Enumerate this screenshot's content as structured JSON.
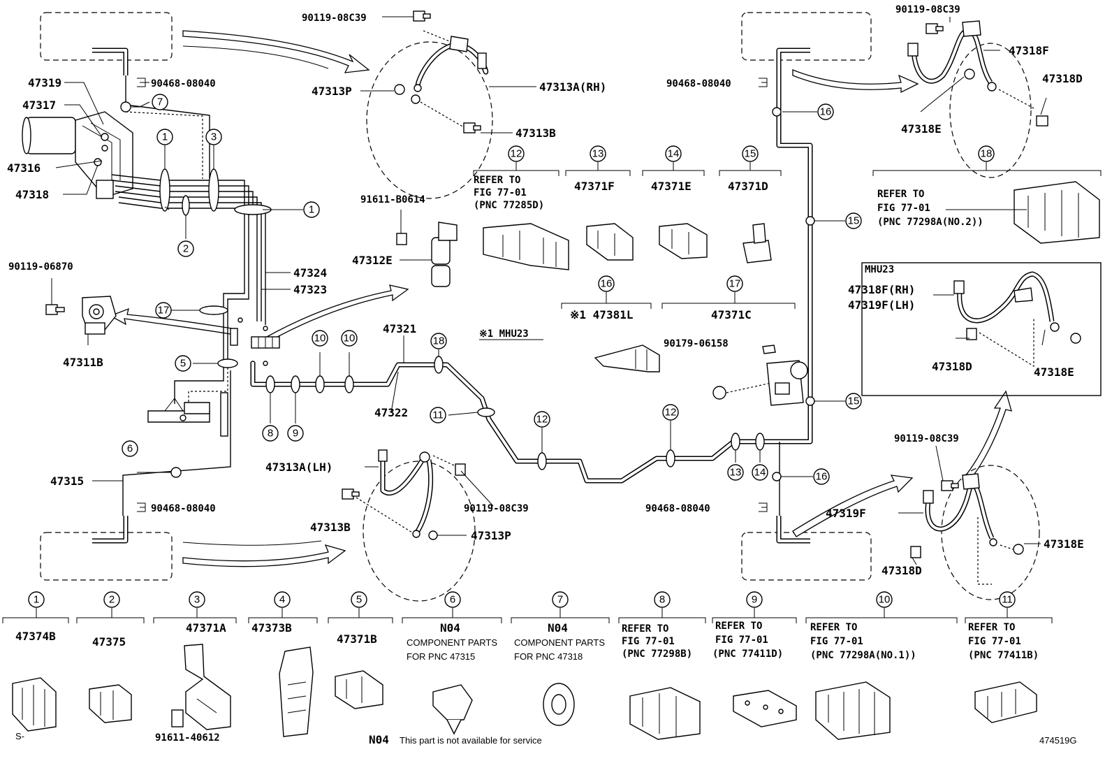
{
  "diagram": {
    "figure_id": "474519G",
    "corner_mark": "S-",
    "footnote_code": "N04",
    "footnote_text": "This part is not available for service",
    "marker_note": "※1 MHU23",
    "mhu23_box_label": "MHU23",
    "main_labels": {
      "p47319": "47319",
      "p47317": "47317",
      "p47316": "47316",
      "p47318": "47318",
      "p90468_a": "90468-08040",
      "p90119_top": "90119-08C39",
      "p47313P_top": "47313P",
      "p47313A_RH": "47313A(RH)",
      "p47313B_top": "47313B",
      "p91611_b": "91611-B0614",
      "p47312E": "47312E",
      "p47324": "47324",
      "p47323": "47323",
      "p90119_06870": "90119-06870",
      "p47311B": "47311B",
      "p47321": "47321",
      "p47322": "47322",
      "p47315": "47315",
      "p90468_b": "90468-08040",
      "p47313A_LH": "47313A(LH)",
      "p47313B_bot": "47313B",
      "p90119_bot": "90119-08C39",
      "p47313P_bot": "47313P",
      "p90468_c": "90468-08040",
      "p90468_d": "90468-08040",
      "p90119_tr": "90119-08C39",
      "p47318F": "47318F",
      "p47318D_tr": "47318D",
      "p47318E_tr": "47318E",
      "p47318F_RH": "47318F(RH)",
      "p47319F_LH": "47319F(LH)",
      "p47318D_box": "47318D",
      "p47318E_box": "47318E",
      "p90119_br": "90119-08C39",
      "p47319F": "47319F",
      "p47318D_br": "47318D",
      "p47318E_br": "47318E"
    },
    "upper_callouts": [
      {
        "num": "12",
        "lines": [
          "REFER TO",
          "FIG 77-01",
          "(PNC 77285D)"
        ]
      },
      {
        "num": "13",
        "lines": [
          "47371F"
        ]
      },
      {
        "num": "14",
        "lines": [
          "47371E"
        ]
      },
      {
        "num": "15",
        "lines": [
          "47371D"
        ]
      },
      {
        "num": "16",
        "lines": [
          "※1 47381L"
        ]
      },
      {
        "num": "17",
        "lines": [
          "47371C"
        ]
      },
      {
        "num": "18",
        "lines": [
          "REFER TO",
          "FIG 77-01",
          "(PNC 77298A(NO.2))"
        ]
      }
    ],
    "p90179": "90179-06158",
    "bottom_callouts": [
      {
        "num": "1",
        "lines": [
          "47374B"
        ]
      },
      {
        "num": "2",
        "lines": [
          "47375"
        ]
      },
      {
        "num": "3",
        "lines": [
          "47371A"
        ],
        "extra": "91611-40612"
      },
      {
        "num": "4",
        "lines": [
          "47373B"
        ]
      },
      {
        "num": "5",
        "lines": [
          "47371B"
        ]
      },
      {
        "num": "6",
        "lines": [
          "N04",
          "COMPONENT PARTS",
          "FOR PNC 47315"
        ]
      },
      {
        "num": "7",
        "lines": [
          "N04",
          "COMPONENT PARTS",
          "FOR PNC 47318"
        ]
      },
      {
        "num": "8",
        "lines": [
          "REFER TO",
          "FIG 77-01",
          "(PNC 77298B)"
        ]
      },
      {
        "num": "9",
        "lines": [
          "REFER TO",
          "FIG 77-01",
          "(PNC 77411D)"
        ]
      },
      {
        "num": "10",
        "lines": [
          "REFER TO",
          "FIG 77-01",
          "(PNC 77298A(NO.1))"
        ]
      },
      {
        "num": "11",
        "lines": [
          "REFER TO",
          "FIG 77-01",
          "(PNC 77411B)"
        ]
      }
    ],
    "circle_numbers": {
      "c7": "7",
      "c1a": "1",
      "c3": "3",
      "c2": "2",
      "c1b": "1",
      "c17": "17",
      "c5": "5",
      "c6": "6",
      "c8": "8",
      "c9": "9",
      "c10a": "10",
      "c10b": "10",
      "c18": "18",
      "c11": "11",
      "c12a": "12",
      "c12b": "12",
      "c13": "13",
      "c14": "14",
      "c16a": "16",
      "c15a": "15",
      "c15b": "15",
      "c16b": "16"
    }
  }
}
